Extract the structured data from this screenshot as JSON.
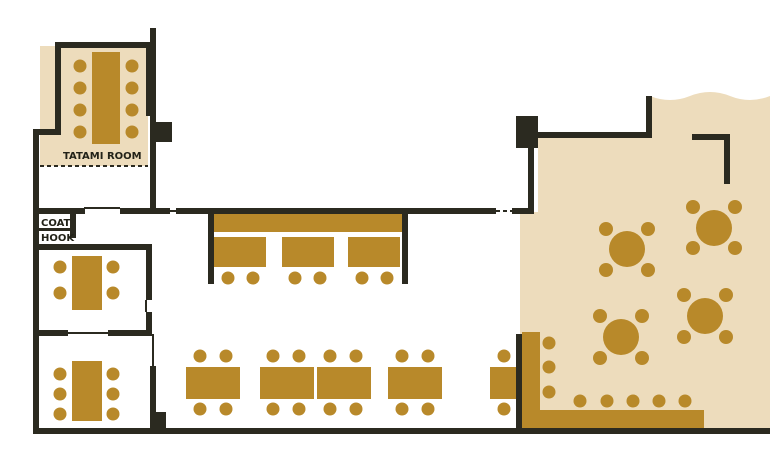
{
  "labels": {
    "tatami_room": "TATAMI ROOM",
    "coat": "COAT",
    "hook": "HOOK"
  },
  "colors": {
    "wall": "#2b2a20",
    "furniture": "#b8892a",
    "floor_tint": "#eddcbc",
    "background": "#ffffff"
  }
}
